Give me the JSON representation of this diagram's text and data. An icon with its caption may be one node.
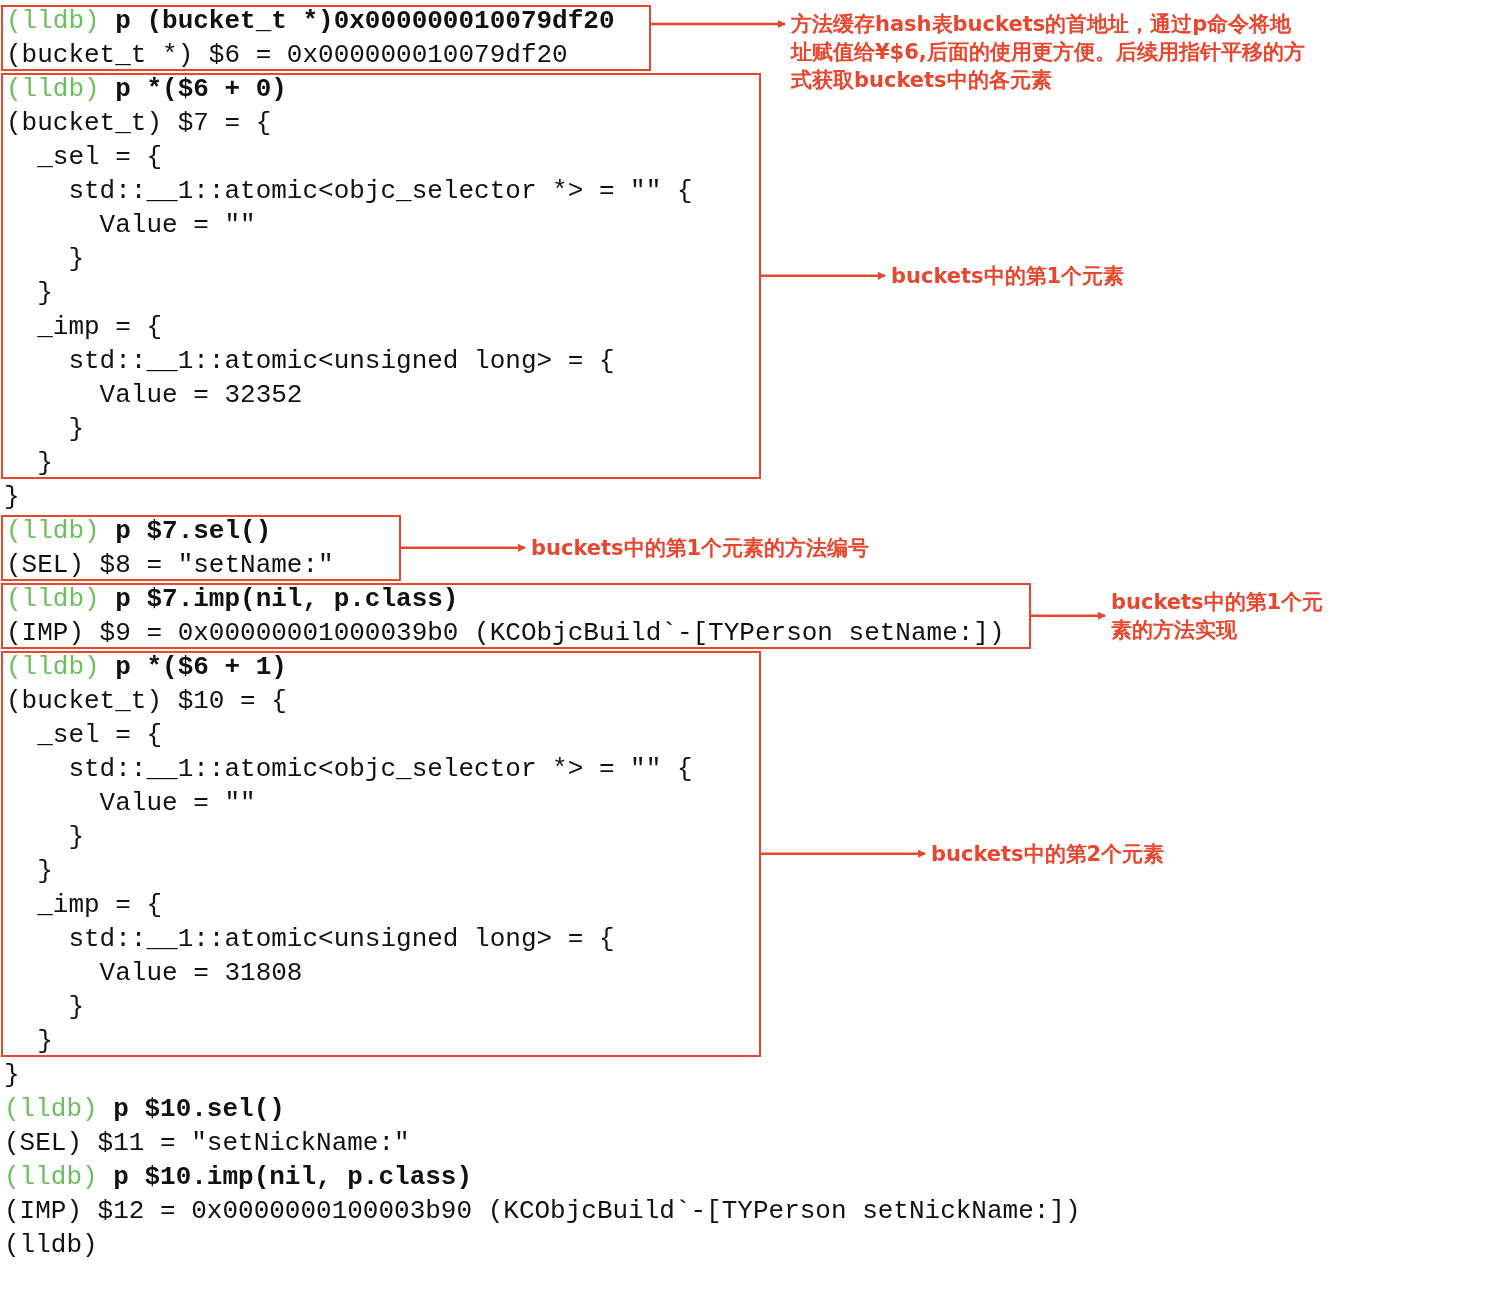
{
  "diagram": {
    "nodes": [
      {
        "text": [
          "(lldb) **p (bucket_t *)0x000000010079df20**",
          "(bucket_t *) $6 = 0x000000010079df20"
        ]
      },
      {
        "text": [
          "方法缓存hash表buckets的首地址，通过p命令将地址赋值给¥$6,后面的使用更方便。后续用指针平移的方式获取buckets中的各元素"
        ]
      },
      {
        "text": [
          "(lldb) **p *($6 + 0)**",
          "(bucket_t) $7 = {",
          "  _sel = {",
          "    std::__1::atomic<objc_selector *> = \"\" {",
          "      Value = \"\"",
          "    }",
          "  }",
          "  _imp = {",
          "    std::__1::atomic<unsigned long> = {",
          "      Value = 32352",
          "    }",
          "  }"
        ]
      },
      {
        "text": [
          "buckets中的第1个元素"
        ]
      },
      {
        "text": [
          "(lldb) **p $7.sel()**",
          "(SEL) $8 = \"setName:\""
        ]
      },
      {
        "text": [
          "buckets中的第1个元素的方法编号"
        ]
      },
      {
        "text": [
          "(lldb) **p $7.imp(nil, p.class)**",
          "(IMP) $9 = 0x00000001000039b0 (KCObjcBuild`-[TYPerson setName:])"
        ]
      },
      {
        "text": [
          "buckets中的第1个元素的方法实现"
        ]
      },
      {
        "text": [
          "(lldb) **p *($6 + 1)**",
          "(bucket_t) $10 = {",
          "  _sel = {",
          "    std::__1::atomic<objc_selector *> = \"\" {",
          "      Value = \"\"",
          "    }",
          "  }",
          "  _imp = {",
          "    std::__1::atomic<unsigned long> = {",
          "      Value = 31808",
          "    }",
          "  }"
        ]
      },
      {
        "text": [
          "buckets中的第2个元素"
        ]
      }
    ],
    "edges": [
      {
        "from": 0,
        "to": 1,
        "arrow": "to"
      },
      {
        "from": 2,
        "to": 3,
        "arrow": "to"
      },
      {
        "from": 4,
        "to": 5,
        "arrow": "to"
      },
      {
        "from": 6,
        "to": 7,
        "arrow": "to"
      },
      {
        "from": 8,
        "to": 9,
        "arrow": "to"
      }
    ],
    "labels": [
      "}",
      "}",
      "(lldb) **p $10.sel()**",
      "(SEL) $11 = \"setNickName:\"",
      "(lldb) **p $10.imp(nil, p.class)**",
      "(IMP) $12 = 0x0000000100003b90 (KCObjcBuild`-[TYPerson setNickName:])",
      "(lldb)"
    ]
  }
}
